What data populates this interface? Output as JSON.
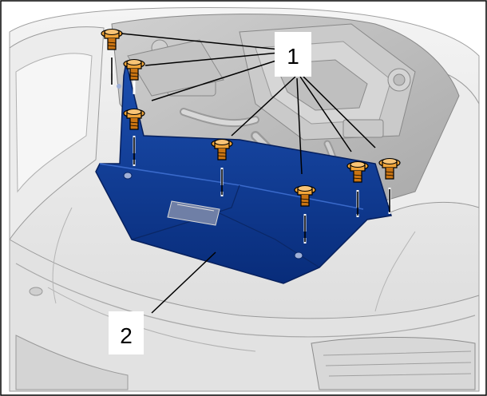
{
  "callouts": [
    {
      "id": "1",
      "label": "1"
    },
    {
      "id": "2",
      "label": "2"
    }
  ],
  "colors": {
    "panel": "#0a3a96",
    "panel_edge": "#061f5c",
    "bolt": "#f2a63a",
    "bolt_shade": "#c97412",
    "car_body": "#e9e9e9",
    "car_line": "#9a9a9a",
    "engine": "#bdbdbd"
  },
  "icons": {
    "fastener": "bolt-icon"
  }
}
